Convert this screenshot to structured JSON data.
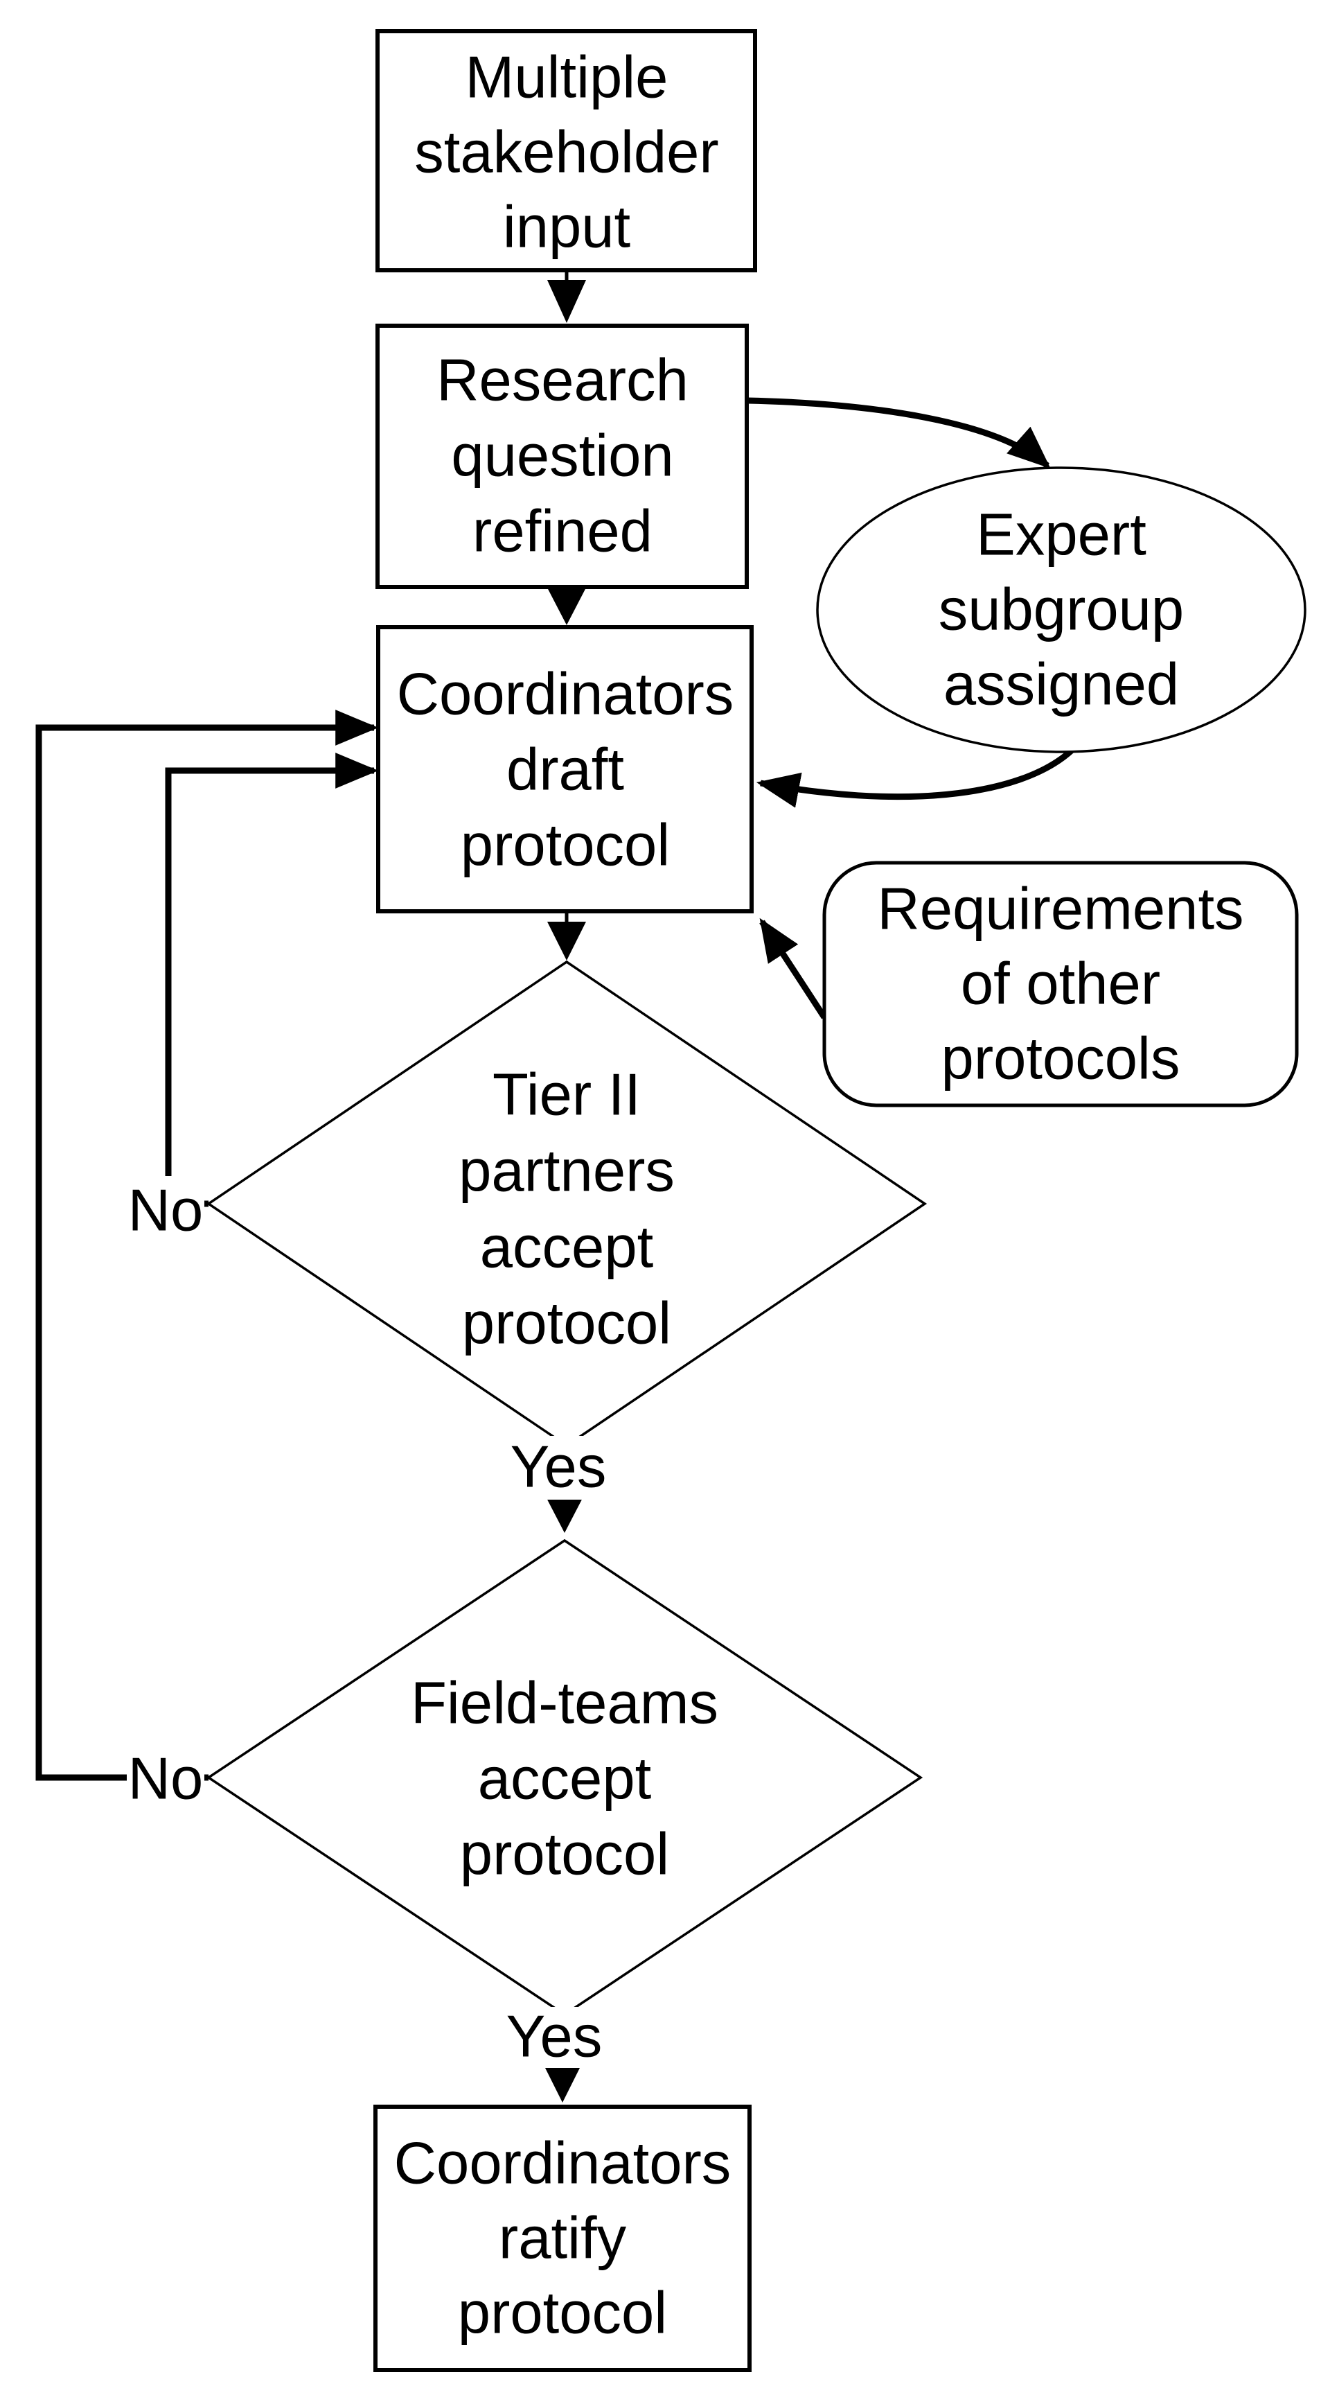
{
  "diagram": {
    "colors": {
      "ink": "#000000",
      "background": "#ffffff"
    },
    "nodes": {
      "stakeholder_input": {
        "shape": "rectangle",
        "lines": [
          "Multiple",
          "stakeholder",
          "input"
        ]
      },
      "research_question": {
        "shape": "rectangle",
        "lines": [
          "Research",
          "question",
          "refined"
        ]
      },
      "expert_subgroup": {
        "shape": "ellipse",
        "lines": [
          "Expert",
          "subgroup",
          "assigned"
        ]
      },
      "coordinators_draft": {
        "shape": "rectangle",
        "lines": [
          "Coordinators",
          "draft",
          "protocol"
        ]
      },
      "requirements_other": {
        "shape": "rounded-rectangle",
        "lines": [
          "Requirements",
          "of other",
          "protocols"
        ]
      },
      "tier2_accept": {
        "shape": "decision-diamond",
        "lines": [
          "Tier II",
          "partners",
          "accept",
          "protocol"
        ]
      },
      "fieldteams_accept": {
        "shape": "decision-diamond",
        "lines": [
          "Field-teams",
          "accept",
          "protocol"
        ]
      },
      "coordinators_ratify": {
        "shape": "rectangle",
        "lines": [
          "Coordinators",
          "ratify",
          "protocol"
        ]
      }
    },
    "edge_labels": {
      "tier2_no": "No",
      "tier2_yes": "Yes",
      "fieldteams_no": "No",
      "fieldteams_yes": "Yes"
    }
  }
}
